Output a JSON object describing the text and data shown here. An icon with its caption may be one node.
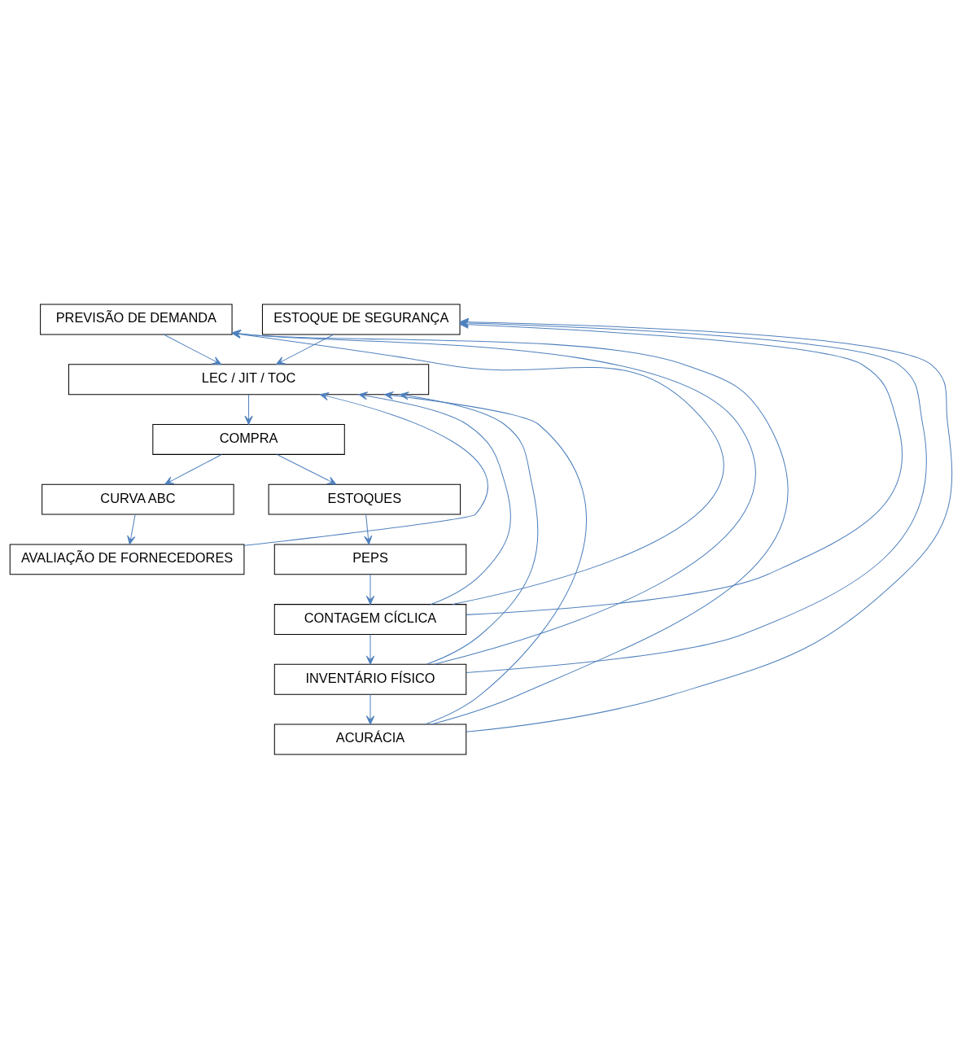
{
  "diagram": {
    "nodes": [
      {
        "text": [
          "PREVISÃO DE DEMANDA"
        ]
      },
      {
        "text": [
          "ESTOQUE DE SEGURANÇA"
        ]
      },
      {
        "text": [
          "LEC / JIT / TOC"
        ]
      },
      {
        "text": [
          "COMPRA"
        ]
      },
      {
        "text": [
          "CURVA ABC"
        ]
      },
      {
        "text": [
          "AVALIAÇÃO DE FORNECEDORES"
        ]
      },
      {
        "text": [
          "ESTOQUES"
        ]
      },
      {
        "text": [
          "PEPS"
        ]
      },
      {
        "text": [
          "CONTAGEM CÍCLICA"
        ]
      },
      {
        "text": [
          "INVENTÁRIO FÍSICO"
        ]
      },
      {
        "text": [
          "ACURÁCIA"
        ]
      }
    ],
    "edges": [
      {
        "from": 0,
        "to": 2,
        "arrow": "to"
      },
      {
        "from": 1,
        "to": 2,
        "arrow": "to"
      },
      {
        "from": 2,
        "to": 3,
        "arrow": "to"
      },
      {
        "from": 3,
        "to": 4,
        "arrow": "to"
      },
      {
        "from": 4,
        "to": 5,
        "arrow": "to"
      },
      {
        "from": 5,
        "to": 2,
        "arrow": "to"
      },
      {
        "from": 3,
        "to": 6,
        "arrow": "to"
      },
      {
        "from": 6,
        "to": 7,
        "arrow": "to"
      },
      {
        "from": 7,
        "to": 8,
        "arrow": "to"
      },
      {
        "from": 8,
        "to": 9,
        "arrow": "to"
      },
      {
        "from": 9,
        "to": 10,
        "arrow": "to"
      },
      {
        "from": 8,
        "to": 0,
        "arrow": "to"
      },
      {
        "from": 8,
        "to": 1,
        "arrow": "to"
      },
      {
        "from": 8,
        "to": 2,
        "arrow": "to"
      },
      {
        "from": 9,
        "to": 0,
        "arrow": "to"
      },
      {
        "from": 9,
        "to": 1,
        "arrow": "to"
      },
      {
        "from": 9,
        "to": 2,
        "arrow": "to"
      },
      {
        "from": 10,
        "to": 0,
        "arrow": "to"
      },
      {
        "from": 10,
        "to": 1,
        "arrow": "to"
      },
      {
        "from": 10,
        "to": 2,
        "arrow": "to"
      }
    ]
  }
}
